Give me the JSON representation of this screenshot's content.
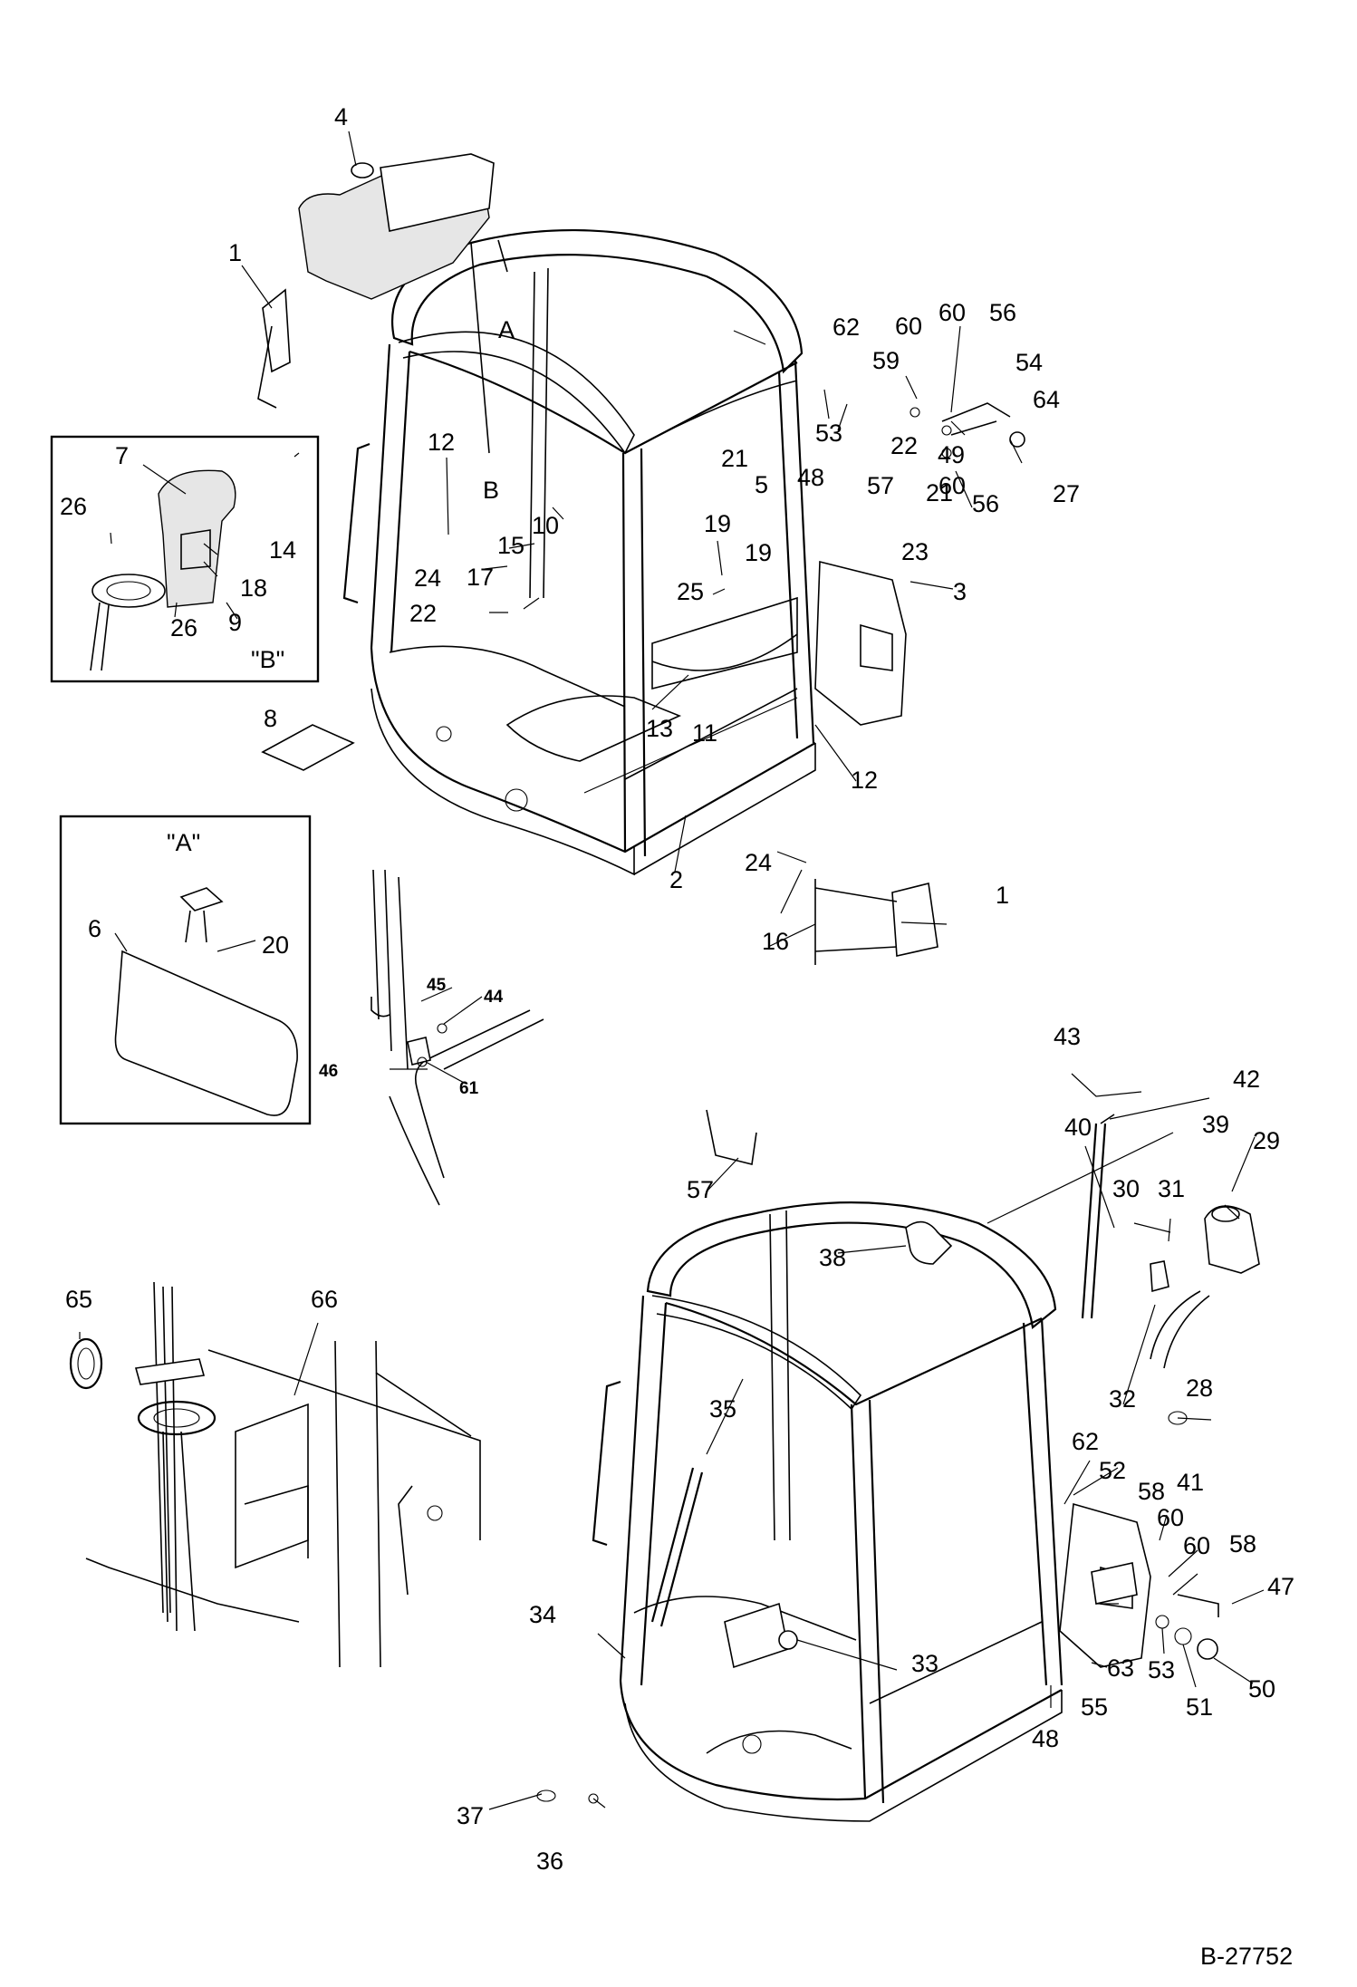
{
  "document_number": "B-27752",
  "views": {
    "detail_a": {
      "caption": "\"A\"",
      "marker": "A"
    },
    "detail_b": {
      "caption": "\"B\"",
      "marker": "B"
    }
  },
  "callouts_upper": [
    "1",
    "1",
    "2",
    "3",
    "4",
    "5",
    "8",
    "10",
    "11",
    "12",
    "12",
    "13",
    "15",
    "16",
    "17",
    "19",
    "19",
    "21",
    "21",
    "22",
    "23",
    "24",
    "25",
    "27",
    "48",
    "49",
    "53",
    "54",
    "56",
    "56",
    "57",
    "59",
    "60",
    "60",
    "60",
    "62",
    "64"
  ],
  "callouts_detail_b": [
    "7",
    "26",
    "26",
    "14",
    "18",
    "9"
  ],
  "callouts_detail_a": [
    "6",
    "20"
  ],
  "callouts_mirror_detail": [
    "45",
    "44",
    "46",
    "61"
  ],
  "callouts_lower": [
    "28",
    "29",
    "30",
    "31",
    "32",
    "33",
    "34",
    "35",
    "36",
    "37",
    "38",
    "39",
    "40",
    "41",
    "42",
    "43",
    "47",
    "48",
    "50",
    "51",
    "52",
    "53",
    "55",
    "57",
    "58",
    "58",
    "60",
    "60",
    "62",
    "63"
  ],
  "callouts_hose_detail": [
    "65",
    "66"
  ]
}
